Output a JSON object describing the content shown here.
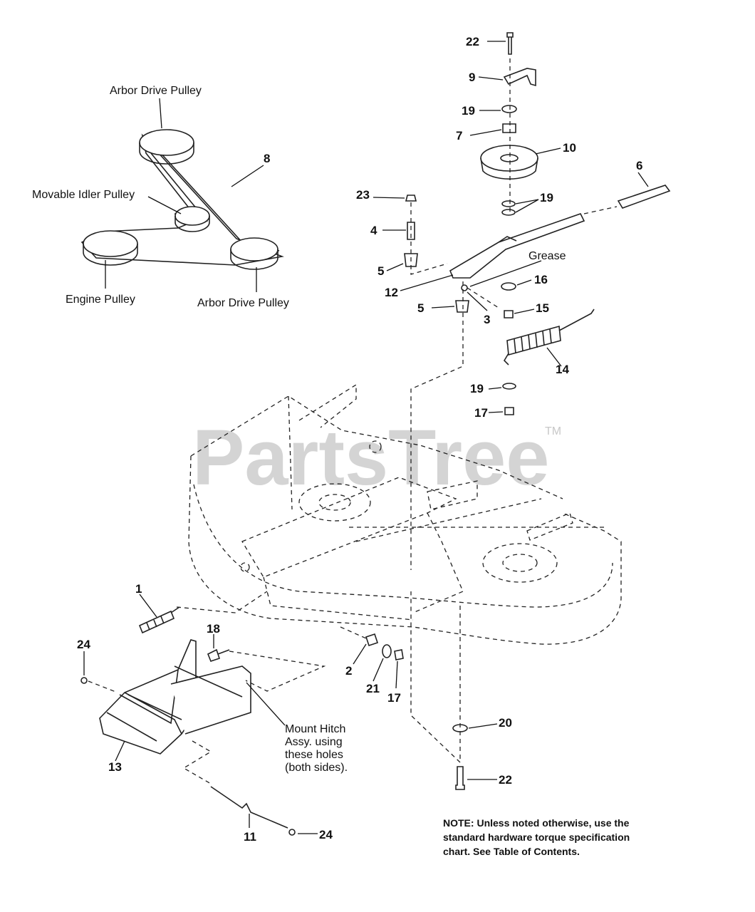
{
  "watermark": {
    "text": "PartsTree",
    "tm": "TM"
  },
  "belt_diagram": {
    "arbor_top": "Arbor Drive Pulley",
    "idler": "Movable Idler Pulley",
    "engine": "Engine Pulley",
    "arbor_bottom": "Arbor Drive Pulley",
    "belt_callout": "8"
  },
  "callouts": {
    "c22_top": "22",
    "c9": "9",
    "c19_a": "19",
    "c7": "7",
    "c10": "10",
    "c6": "6",
    "c23": "23",
    "c19_b": "19",
    "c4": "4",
    "grease": "Grease",
    "c5_a": "5",
    "c16": "16",
    "c12": "12",
    "c5_b": "5",
    "c3": "3",
    "c15": "15",
    "c14": "14",
    "c19_c": "19",
    "c17_a": "17",
    "c1": "1",
    "c18": "18",
    "c24_a": "24",
    "c2": "2",
    "c21": "21",
    "c17_b": "17",
    "c13": "13",
    "c20": "20",
    "c22_bottom": "22",
    "c11": "11",
    "c24_b": "24"
  },
  "mount_note": [
    "Mount Hitch",
    "Assy. using",
    "these holes",
    "(both sides)."
  ],
  "note": {
    "lead": "NOTE:",
    "lines": [
      "Unless noted otherwise, use the",
      "standard hardware torque specification",
      "chart. See Table of Contents."
    ]
  }
}
